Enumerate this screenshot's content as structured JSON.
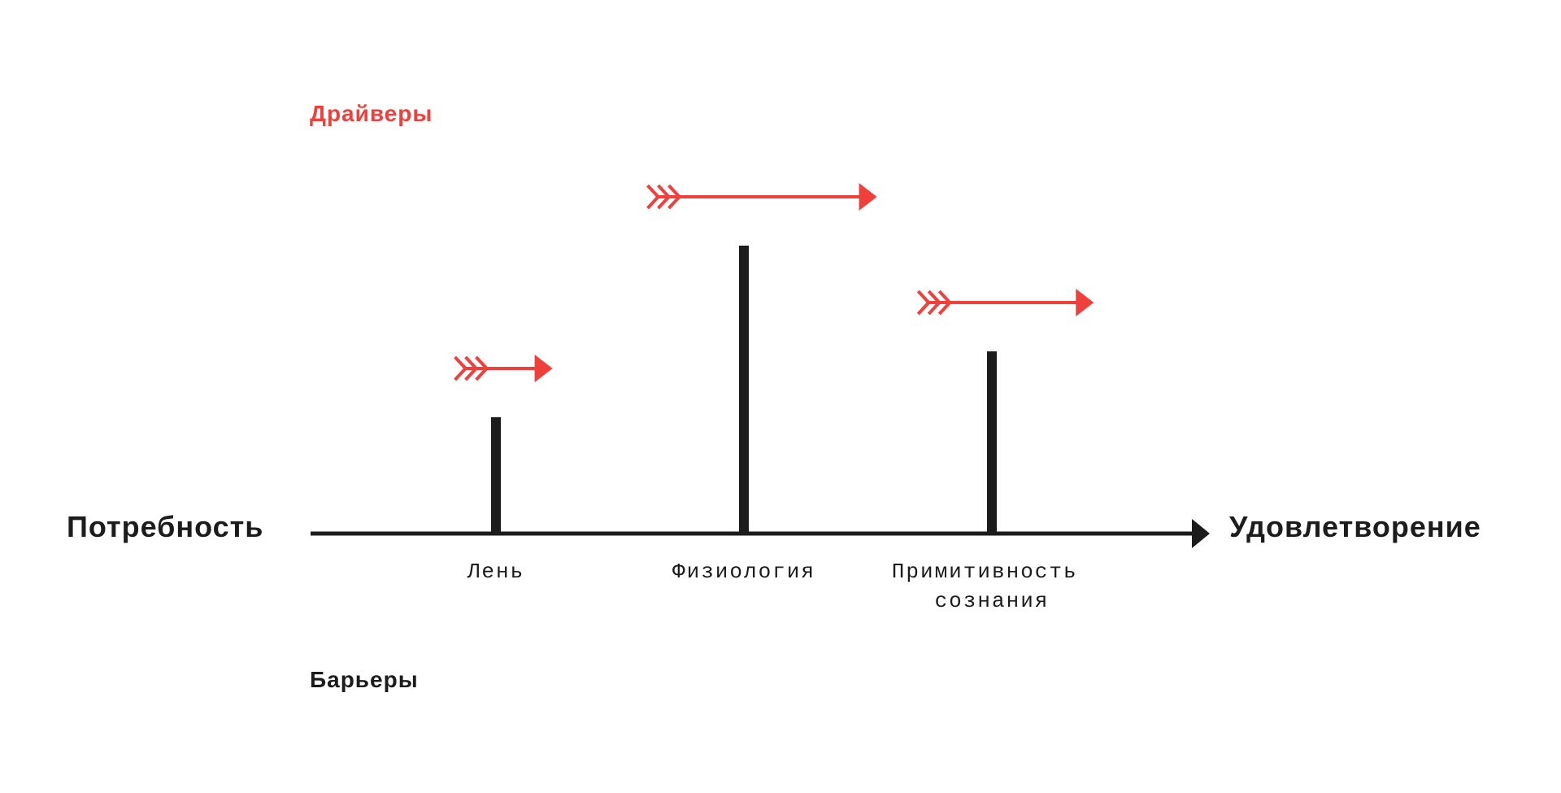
{
  "labels": {
    "drivers": "Драйверы",
    "barriers": "Барьеры",
    "axis_start": "Потребность",
    "axis_end": "Удовлетворение"
  },
  "barriers": [
    {
      "line1": "Лень",
      "line2": "",
      "strength": 0.4,
      "drive": 0.4
    },
    {
      "line1": "Физиология",
      "line2": "",
      "strength": 1.0,
      "drive": 0.94
    },
    {
      "line1": "Примитивность",
      "line2": "сознания",
      "strength": 0.63,
      "drive": 0.72
    }
  ],
  "colors": {
    "accent": "#f0403c",
    "ink": "#1c1c1c"
  }
}
